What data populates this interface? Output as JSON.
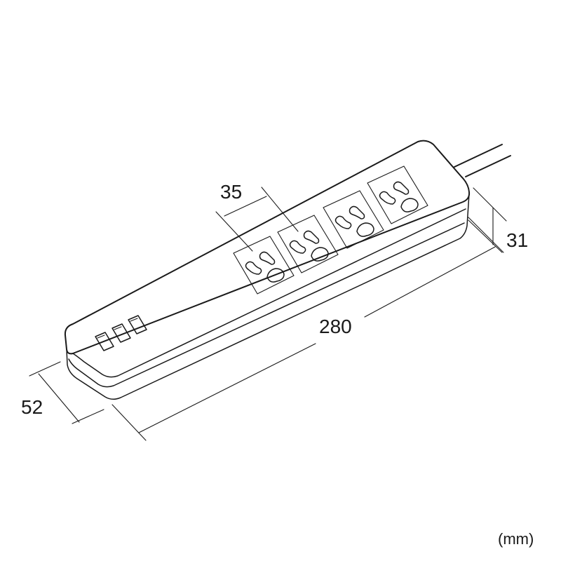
{
  "diagram": {
    "subject": "power strip with 4 AC outlets and 3 USB ports",
    "dimensions": {
      "outlet_pitch": "35",
      "length": "280",
      "width": "52",
      "height": "31"
    },
    "unit_label": "(mm)",
    "outlet_count": 4,
    "usb_port_count": 3,
    "line_color": "#1a1a1a",
    "background": "#ffffff"
  }
}
